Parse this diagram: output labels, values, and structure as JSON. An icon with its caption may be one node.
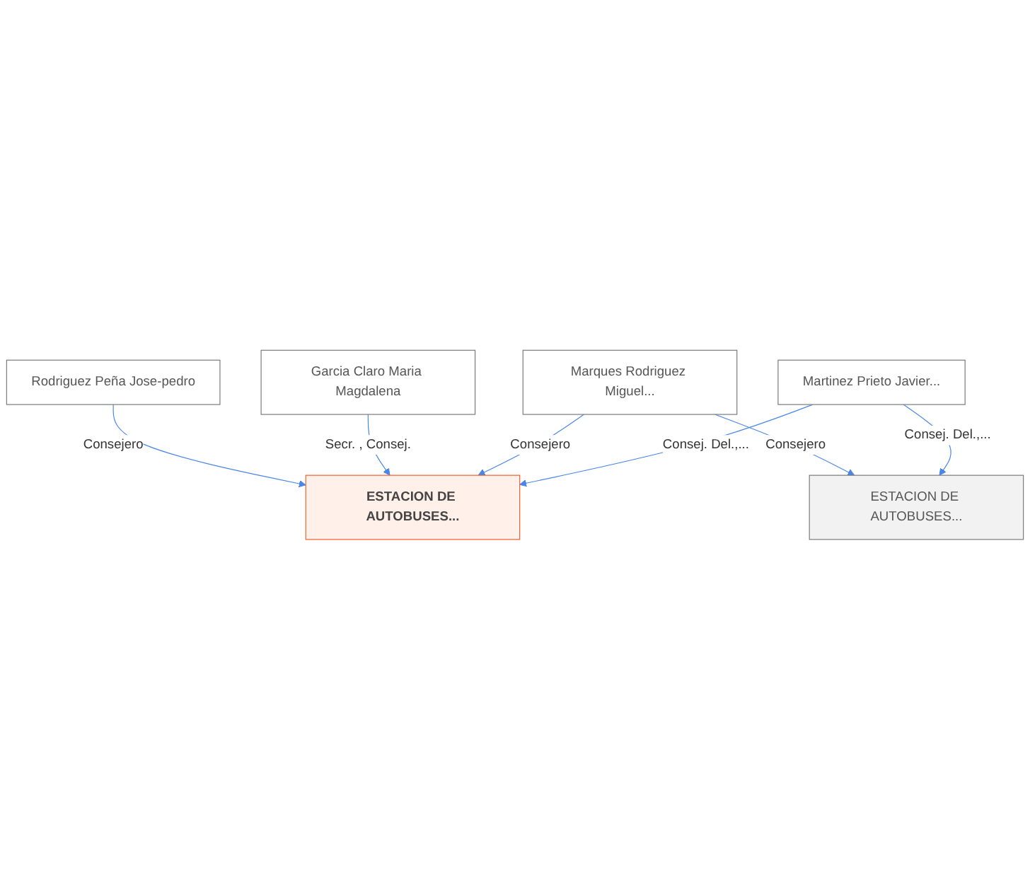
{
  "diagram": {
    "nodes": [
      {
        "text": [
          "Rodriguez Peña Jose-pedro"
        ]
      },
      {
        "text": [
          "Garcia Claro Maria Magdalena"
        ]
      },
      {
        "text": [
          "ESTACION DE AUTOBUSES..."
        ]
      },
      {
        "text": [
          "Marques Rodriguez Miguel..."
        ]
      },
      {
        "text": [
          "ESTACION DE AUTOBUSES..."
        ]
      },
      {
        "text": [
          "Martinez Prieto Javier..."
        ]
      }
    ],
    "edges": [
      {
        "from": 0,
        "to": 2,
        "arrow": "to",
        "label": "Consejero"
      },
      {
        "from": 1,
        "to": 2,
        "arrow": "to",
        "label": "Secr. , Consej."
      },
      {
        "from": 3,
        "to": 2,
        "arrow": "to",
        "label": "Consejero"
      },
      {
        "from": 5,
        "to": 2,
        "arrow": "to",
        "label": "Consej. Del.,..."
      },
      {
        "from": 3,
        "to": 4,
        "arrow": "to",
        "label": "Consejero"
      },
      {
        "from": 5,
        "to": 4,
        "arrow": "to",
        "label": "Consej. Del.,..."
      }
    ]
  }
}
